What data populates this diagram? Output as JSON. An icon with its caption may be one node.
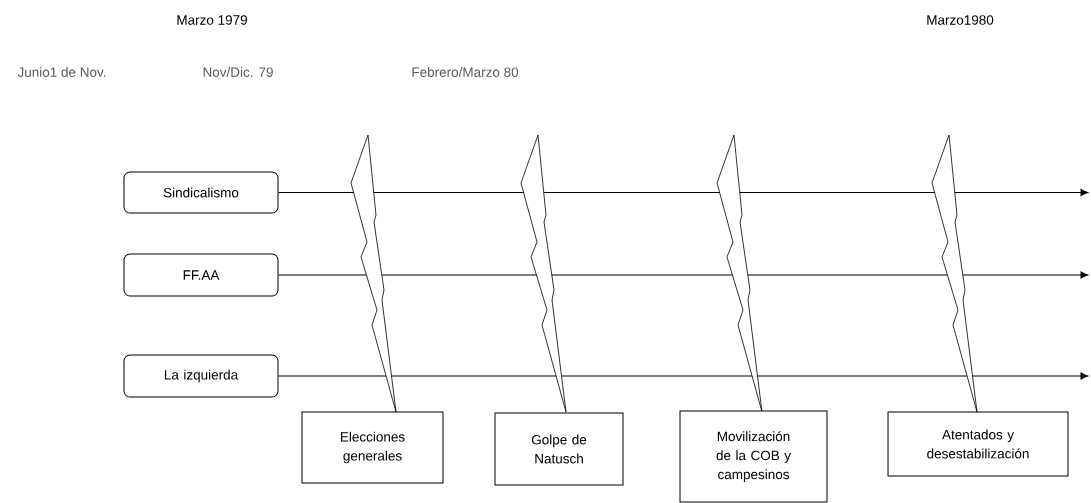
{
  "diagram": {
    "nodes": [
      {
        "text": [
          "Sindicalismo"
        ]
      },
      {
        "text": [
          "FF.AA"
        ]
      },
      {
        "text": [
          "La izquierda"
        ]
      },
      {
        "text": [
          "Elecciones generales"
        ]
      },
      {
        "text": [
          "Golpe de Natusch"
        ]
      },
      {
        "text": [
          "Movilización de la COB y campesinos"
        ]
      },
      {
        "text": [
          "Atentados y desestabilización"
        ]
      }
    ],
    "edges": [
      {
        "from": 0,
        "to": null,
        "arrow": "to"
      },
      {
        "from": 1,
        "to": null,
        "arrow": "to"
      },
      {
        "from": 2,
        "to": null,
        "arrow": "to"
      }
    ],
    "labels": [
      "Marzo 1979",
      "Marzo1980",
      "Junio1 de Nov.",
      "Nov/Dic. 79",
      "Febrero/Marzo 80"
    ]
  }
}
